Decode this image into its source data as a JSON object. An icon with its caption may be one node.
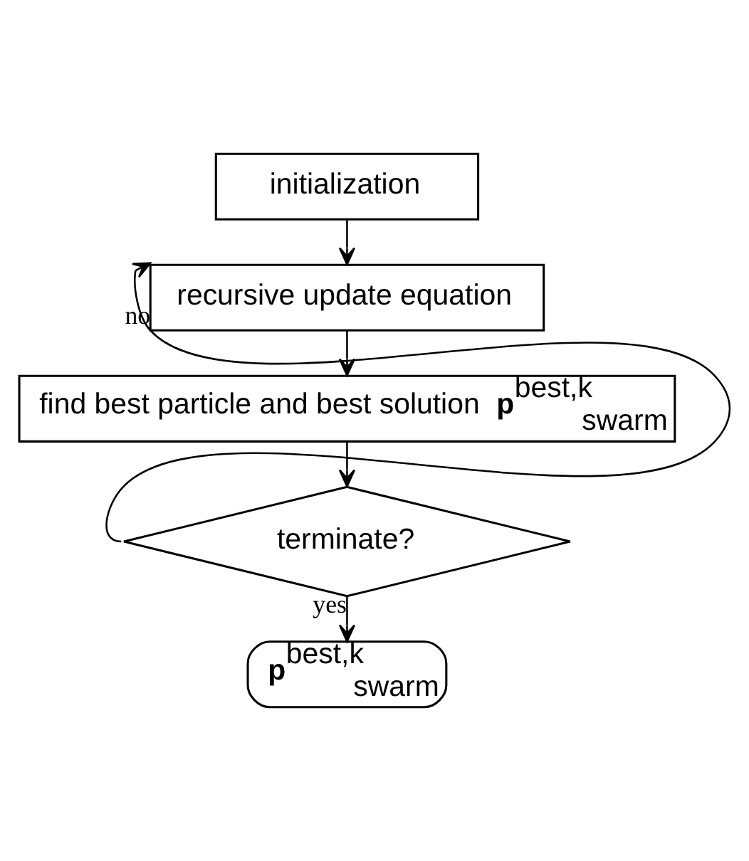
{
  "diagram": {
    "nodes": [
      {
        "text": [
          "initialization"
        ]
      },
      {
        "text": [
          "recursive update equation"
        ]
      },
      {
        "text": [
          "find best particle and best solution **p**$^{best,k}$$_{swarm}$"
        ]
      },
      {
        "text": [
          "terminate?"
        ]
      },
      {
        "text": [
          "**p**$^{best,k}$$_{swarm}$"
        ]
      }
    ],
    "edges": [
      {
        "from": 0,
        "to": 1,
        "arrow": "to"
      },
      {
        "from": 1,
        "to": 2,
        "arrow": "to"
      },
      {
        "from": 2,
        "to": 3,
        "arrow": "to"
      },
      {
        "from": 3,
        "to": 1,
        "arrow": "to",
        "label": "no"
      },
      {
        "from": 3,
        "to": 4,
        "arrow": "to",
        "label": "yes"
      }
    ]
  }
}
